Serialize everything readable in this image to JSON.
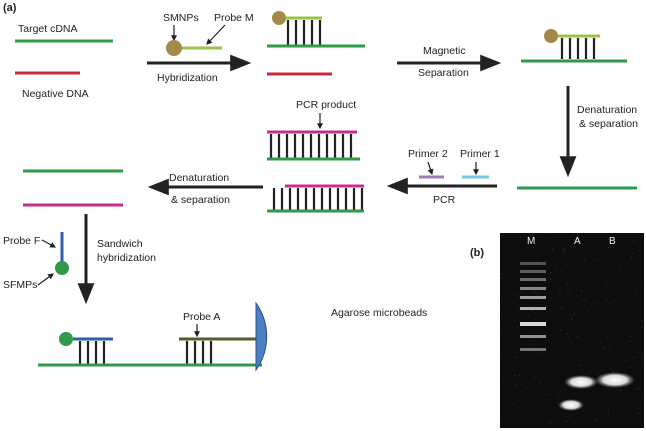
{
  "panels": {
    "a": "(a)",
    "b": "(b)"
  },
  "labels": {
    "target_cdna": "Target cDNA",
    "negative_dna": "Negative DNA",
    "smnps": "SMNPs",
    "probe_m": "Probe M",
    "hybridization": "Hybridization",
    "magnetic": "Magnetic",
    "separation": "Separation",
    "denaturation_sep_1": "Denaturation",
    "denaturation_sep_2": "& separation",
    "pcr_product": "PCR product",
    "primer_2": "Primer 2",
    "primer_1": "Primer 1",
    "pcr": "PCR",
    "denaturation_left_1": "Denaturation",
    "denaturation_left_2": "& separation",
    "probe_f": "Probe F",
    "sfmps": "SFMPs",
    "sandwich_1": "Sandwich",
    "sandwich_2": "hybridization",
    "probe_a": "Probe A",
    "agarose": "Agarose microbeads"
  },
  "gel": {
    "lanes": [
      "M",
      "A",
      "B"
    ]
  },
  "colors": {
    "target_dna": "#2e9a4a",
    "negative_dna": "#c9283e",
    "pcr_strand": "#c42d8c",
    "probe_m": "#9bc24a",
    "smnp_bead": "#a48a4a",
    "probe_f": "#2f5fa8",
    "sfmp_bead": "#2e9a4a",
    "probe_a": "#5a5a2a",
    "agarose_bead": "#4a7fc4",
    "primer_1": "#7ac8e0",
    "primer_2": "#a47ac0",
    "arrow": "#222222"
  }
}
